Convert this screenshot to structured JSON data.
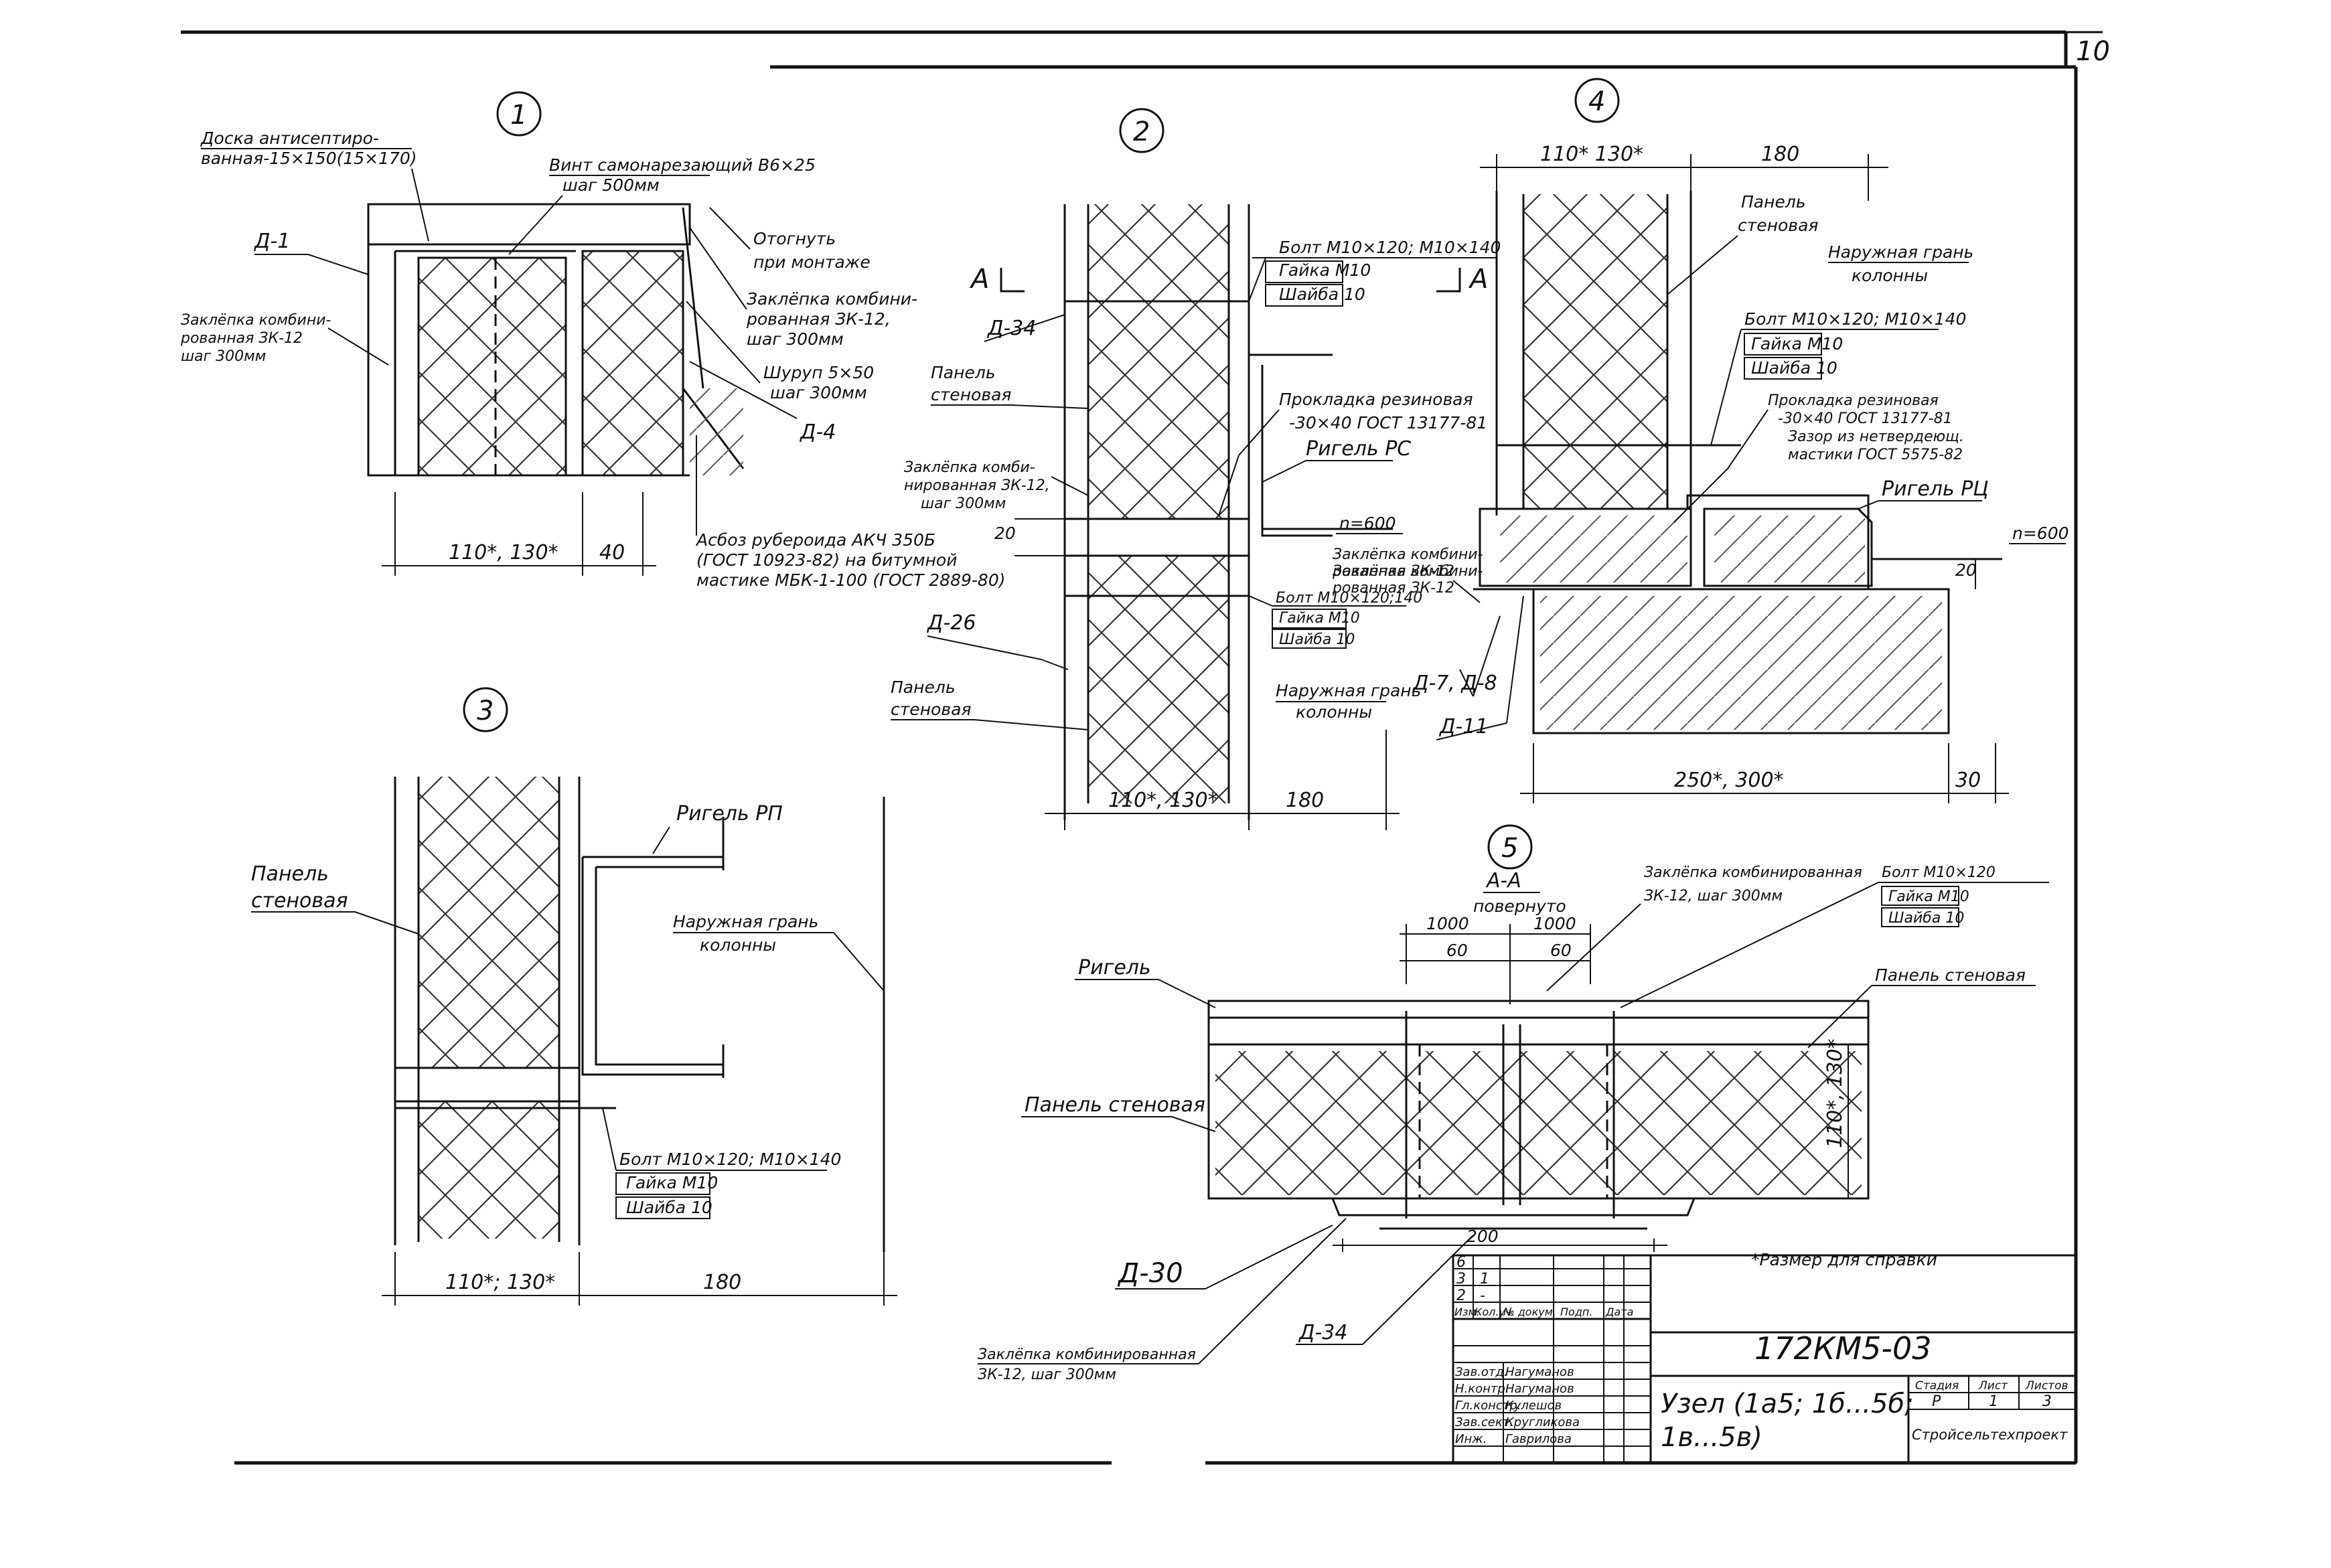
{
  "sheet": {
    "number": "10",
    "code": "172КМ5-03",
    "title_line1": "Узел (1а5; 1б...5б;",
    "title_line2": "1в...5в)",
    "footnote": "*Размер для справки"
  },
  "node1": {
    "marker": "1",
    "board": [
      "Доска антисептиро-",
      "ванная-15×150(15×170)"
    ],
    "screw": [
      "Винт самонарезающий В6×25",
      "шаг 500мм"
    ],
    "bend": [
      "Отогнуть",
      "при монтаже"
    ],
    "rivet_right": [
      "Заклёпка комбини-",
      "рованная ЗК-12,",
      "шаг 300мм"
    ],
    "shurup": [
      "Шуруп 5×50",
      "шаг 300мм"
    ],
    "d1": "Д-1",
    "d4": "Д-4",
    "rivet_left": [
      "Заклёпка комбини-",
      "рованная ЗК-12",
      "шаг 300мм"
    ],
    "dim_main": "110*, 130*",
    "dim_side": "40",
    "asbestos": [
      "Асбоз рубероида АКЧ 350Б",
      "(ГОСТ 10923-82) на битумной",
      "мастике МБК-1-100 (ГОСТ 2889-80)"
    ]
  },
  "node2": {
    "marker": "2",
    "section_a": "А",
    "d34": "Д-34",
    "bolt_top": "Болт М10×120; М10×140",
    "nut_top": "Гайка М10",
    "washer_top": "Шайба 10",
    "panel_top": [
      "Панель",
      "стеновая"
    ],
    "gasket": [
      "Прокладка резиновая",
      "-30×40 ГОСТ 13177-81"
    ],
    "girder": "Ригель РС",
    "rivet": [
      "Заклёпка комби-",
      "нированная ЗК-12,",
      "шаг 300мм"
    ],
    "dim20": "20",
    "n600": "n=600",
    "rivet_right": [
      "Заклёпка комбини-",
      "рованная ЗК-12"
    ],
    "bolt_bottom": "Болт М10×120;140",
    "nut_bottom": "Гайка М10",
    "washer_bottom": "Шайба 10",
    "d26": "Д-26",
    "panel_bottom": [
      "Панель",
      "стеновая"
    ],
    "outer_face": [
      "Наружная грань",
      "колонны"
    ],
    "dim_main": "110*, 130*",
    "dim_side": "180"
  },
  "node3": {
    "marker": "3",
    "girder": "Ригель РП",
    "panel": [
      "Панель",
      "стеновая"
    ],
    "outer_face": [
      "Наружная грань",
      "колонны"
    ],
    "bolt": "Болт М10×120; М10×140",
    "nut": "Гайка М10",
    "washer": "Шайба 10",
    "dim_main": "110*; 130*",
    "dim_side": "180"
  },
  "node4": {
    "marker": "4",
    "dim_top_main": "110* 130*",
    "dim_top_side": "180",
    "panel": [
      "Панель",
      "стеновая"
    ],
    "outer_face": [
      "Наружная грань",
      "колонны"
    ],
    "bolt": "Болт М10×120; М10×140",
    "nut": "Гайка М10",
    "washer": "Шайба 10",
    "gasket": [
      "Прокладка резиновая",
      "-30×40 ГОСТ 13177-81",
      "Зазор из нетвердеющ.",
      "мастики ГОСТ 5575-82"
    ],
    "girder": "Ригель РЦ",
    "n600": "n=600",
    "dim20": "20",
    "rivet": [
      "Заклёпка комбини-",
      "рованная ЗК-12"
    ],
    "d7": "Д-7, Д-8",
    "d11": "Д-11",
    "dim_bottom_main": "250*, 300*",
    "dim_bottom_side": "30"
  },
  "node5": {
    "marker": "5",
    "section": "А-А",
    "rotated": "повернуто",
    "dim1000a": "1000",
    "dim1000b": "1000",
    "dim60a": "60",
    "dim60b": "60",
    "rivet_top": [
      "Заклёпка комбинированная",
      "ЗК-12, шаг 300мм"
    ],
    "bolt": "Болт М10×120",
    "nut": "Гайка М10",
    "washer": "Шайба 10",
    "girder": "Ригель",
    "panel_right": "Панель стеновая",
    "panel_left": "Панель стеновая",
    "dim_thick": "110*, 130*",
    "dim200": "200",
    "d30": "Д-30",
    "d34": "Д-34",
    "rivet_bottom": [
      "Заклёпка комбинированная",
      "ЗК-12, шаг 300мм"
    ]
  },
  "stamp": {
    "rev_rows": [
      [
        "6",
        "",
        "",
        "",
        ""
      ],
      [
        "3",
        "1",
        "",
        "",
        ""
      ],
      [
        "2",
        "-",
        "",
        "",
        ""
      ],
      [
        "Изм.",
        "Кол.уч.",
        "№ докум.",
        "Подп.",
        "Дата"
      ]
    ],
    "people": [
      [
        "Зав.отд.",
        "Нагуманов"
      ],
      [
        "Н.контр.",
        "Нагуманов"
      ],
      [
        "Гл.констр.",
        "Кулешов"
      ],
      [
        "Зав.сект.",
        "Кругликова"
      ],
      [
        "Инж.",
        "Гаврилова"
      ]
    ],
    "stage_hdr": [
      "Стадия",
      "Лист",
      "Листов"
    ],
    "stage_vals": [
      "Р",
      "1",
      "3"
    ],
    "org": "Стройсельтехпроект"
  }
}
